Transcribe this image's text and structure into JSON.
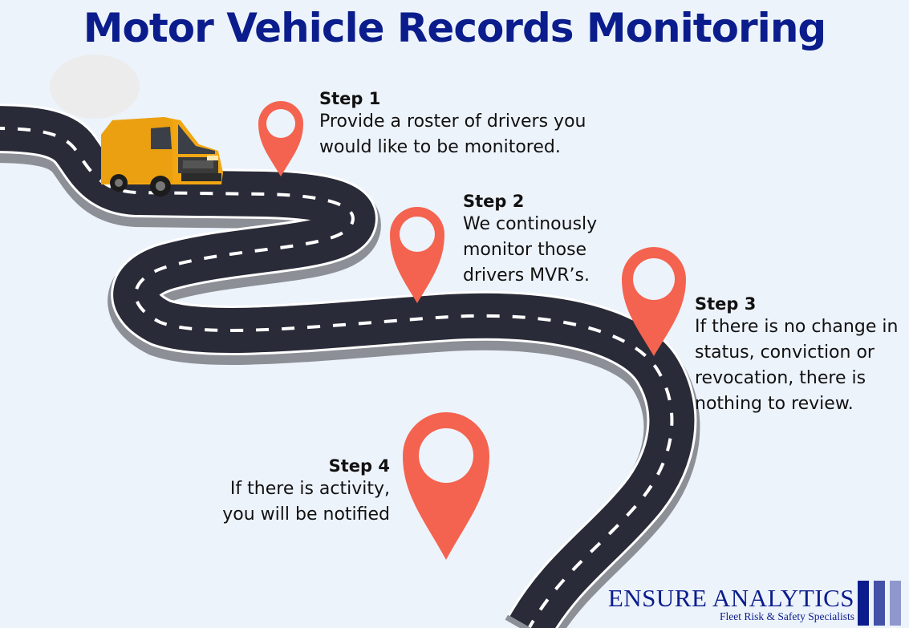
{
  "title": "Motor Vehicle Records Monitoring",
  "steps": [
    {
      "label": "Step 1",
      "text": "Provide a roster of drivers you would like to be monitored."
    },
    {
      "label": "Step 2",
      "text": "We continously monitor those drivers MVR’s."
    },
    {
      "label": "Step 3",
      "text": "If there is no change in status, conviction or revocation, there is nothing to review."
    },
    {
      "label": "Step 4",
      "text": "If there is activity, you will be notified"
    }
  ],
  "logo": {
    "name": "ENSURE ANALYTICS",
    "tagline": "Fleet Risk & Safety Specialists"
  },
  "colors": {
    "title": "#0b1d8c",
    "background": "#edf3fb",
    "road": "#2a2b38",
    "road_shadow": "#8c8f96",
    "pin": "#f4634f",
    "van": "#f2a712",
    "brand": "#0b1d8c"
  }
}
